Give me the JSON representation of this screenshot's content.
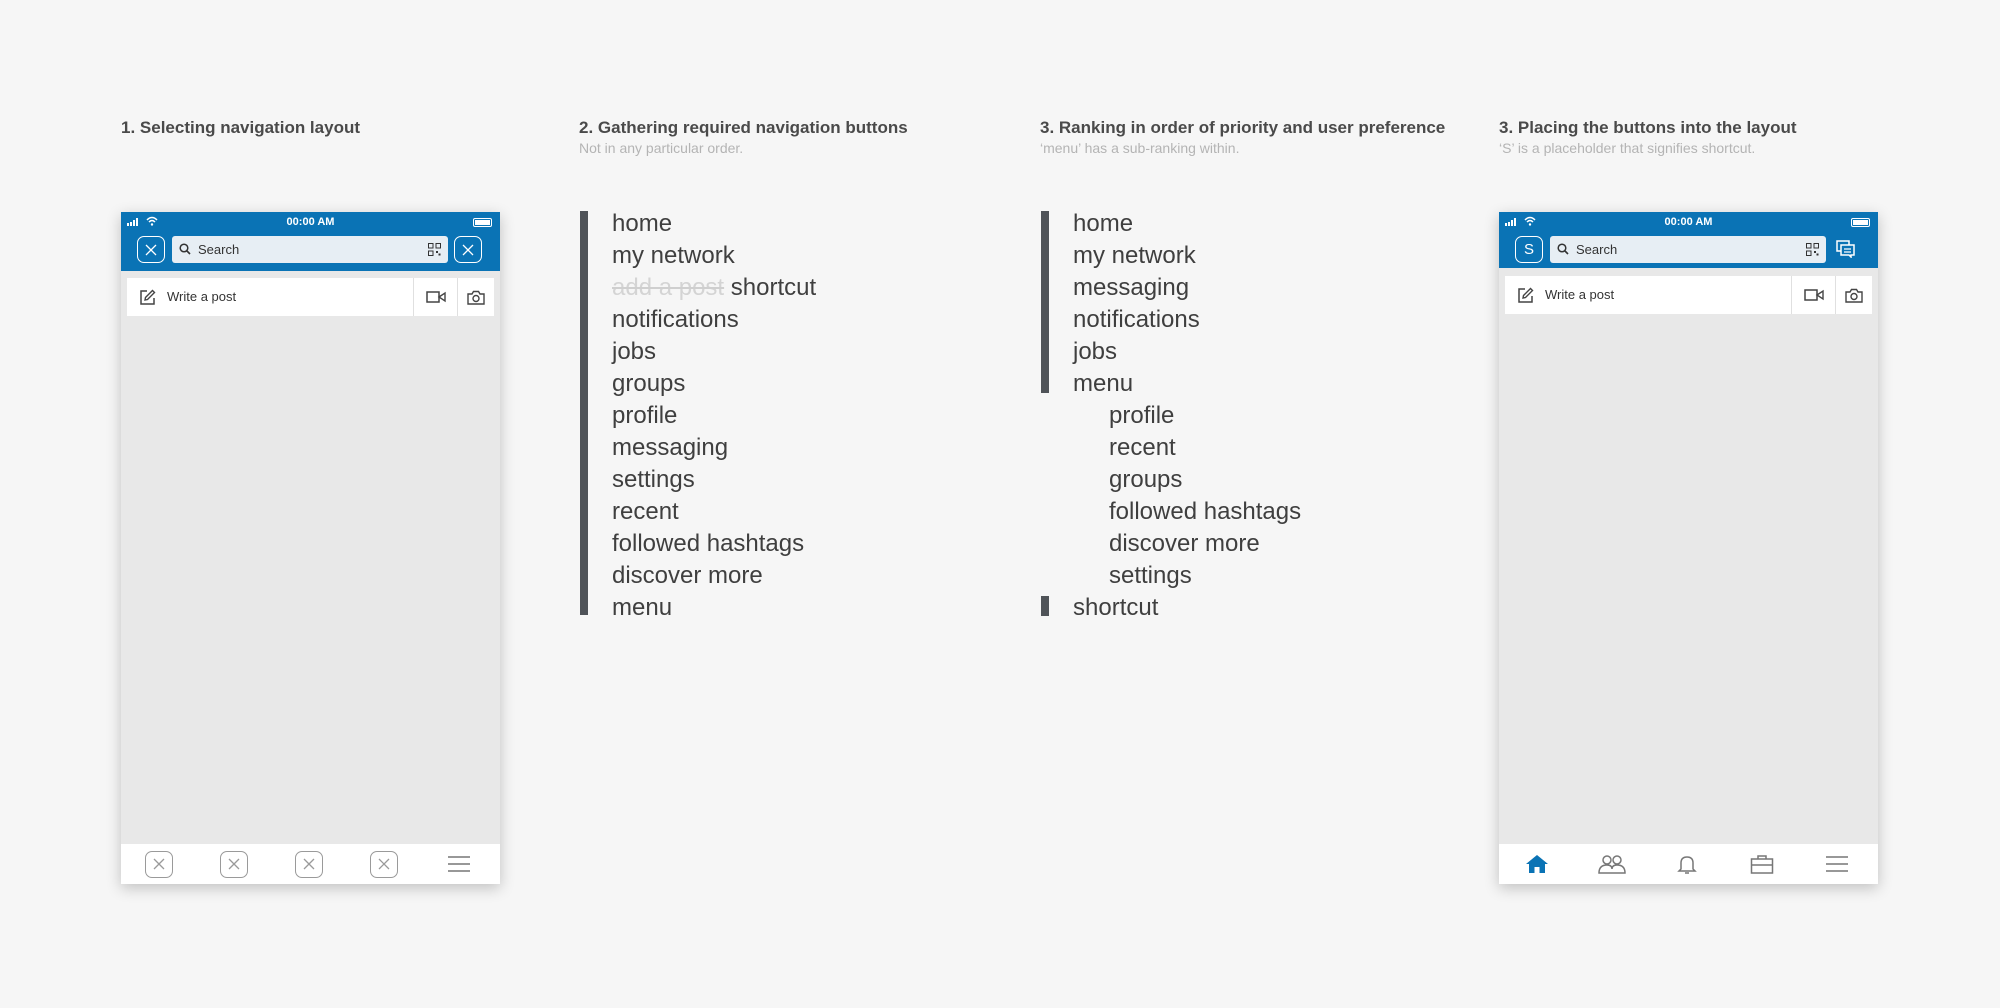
{
  "steps": [
    {
      "title": "1. Selecting navigation layout"
    },
    {
      "title": "2. Gathering required navigation buttons",
      "subtitle": "Not in any particular order."
    },
    {
      "title": "3. Ranking in order of priority and user preference",
      "subtitle": "‘menu’ has a sub-ranking within."
    },
    {
      "title": "3. Placing the buttons into the layout",
      "subtitle": "‘S’ is a placeholder that signifies shortcut."
    }
  ],
  "phone": {
    "time": "00:00 AM",
    "search_placeholder": "Search",
    "write_post": "Write a post",
    "shortcut_letter": "S"
  },
  "gather_list": {
    "struck": "add a post",
    "replacement": "shortcut",
    "items": [
      "home",
      "my network",
      "notifications",
      "jobs",
      "groups",
      "profile",
      "messaging",
      "settings",
      "recent",
      "followed hashtags",
      "discover more",
      "menu"
    ]
  },
  "rank_list": {
    "top": [
      "home",
      "my network",
      "messaging",
      "notifications",
      "jobs",
      "menu"
    ],
    "menu_sub": [
      "profile",
      "recent",
      "groups",
      "followed hashtags",
      "discover more",
      "settings"
    ],
    "last": "shortcut"
  },
  "colors": {
    "brand_blue": "#0a73b5",
    "bar": "#4f5358",
    "background": "#f6f6f6"
  },
  "icons": {
    "layout_nav": [
      "placeholder-x-icon",
      "placeholder-x-icon",
      "placeholder-x-icon",
      "placeholder-x-icon",
      "menu-icon"
    ],
    "final_nav": [
      "home-icon",
      "network-icon",
      "bell-icon",
      "briefcase-icon",
      "menu-icon"
    ]
  }
}
